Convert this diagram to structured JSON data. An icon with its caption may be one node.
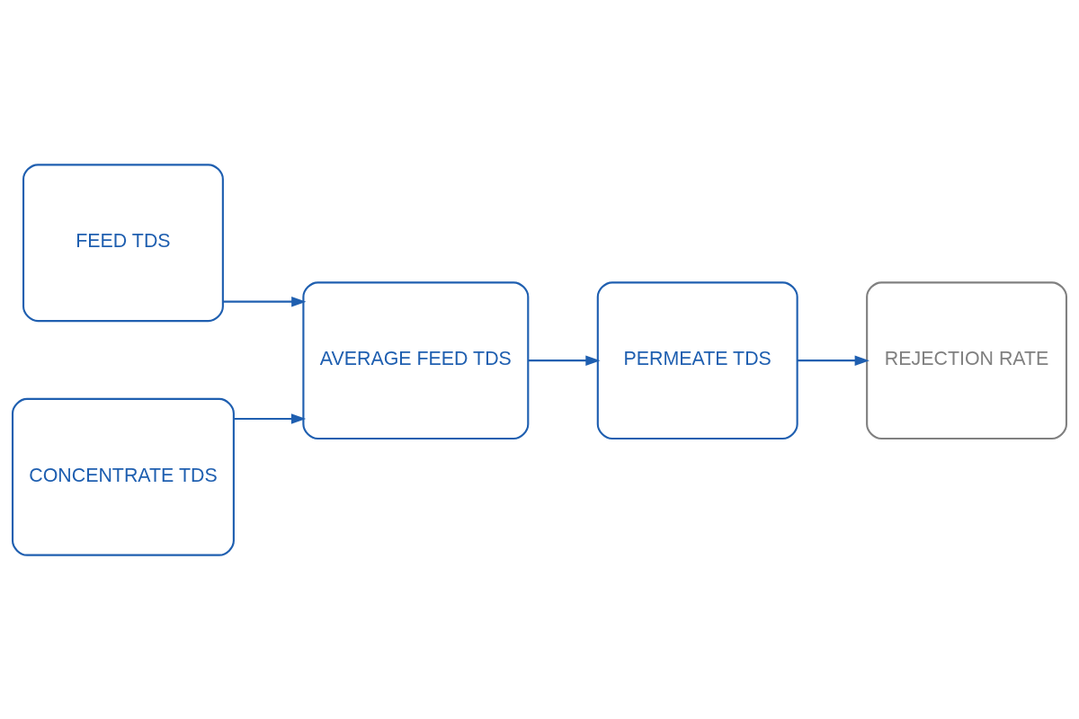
{
  "diagram": {
    "nodes": [
      {
        "text": [
          "FEED TDS"
        ]
      },
      {
        "text": [
          "CONCENTRATE TDS"
        ]
      },
      {
        "text": [
          "AVERAGE FEED TDS"
        ]
      },
      {
        "text": [
          "PERMEATE TDS"
        ]
      },
      {
        "text": [
          "REJECTION RATE"
        ]
      }
    ],
    "edges": [
      {
        "from": 0,
        "to": 2,
        "arrow": "to"
      },
      {
        "from": 1,
        "to": 2,
        "arrow": "to"
      },
      {
        "from": 2,
        "to": 3,
        "arrow": "to"
      },
      {
        "from": 3,
        "to": 4,
        "arrow": "to"
      }
    ]
  }
}
